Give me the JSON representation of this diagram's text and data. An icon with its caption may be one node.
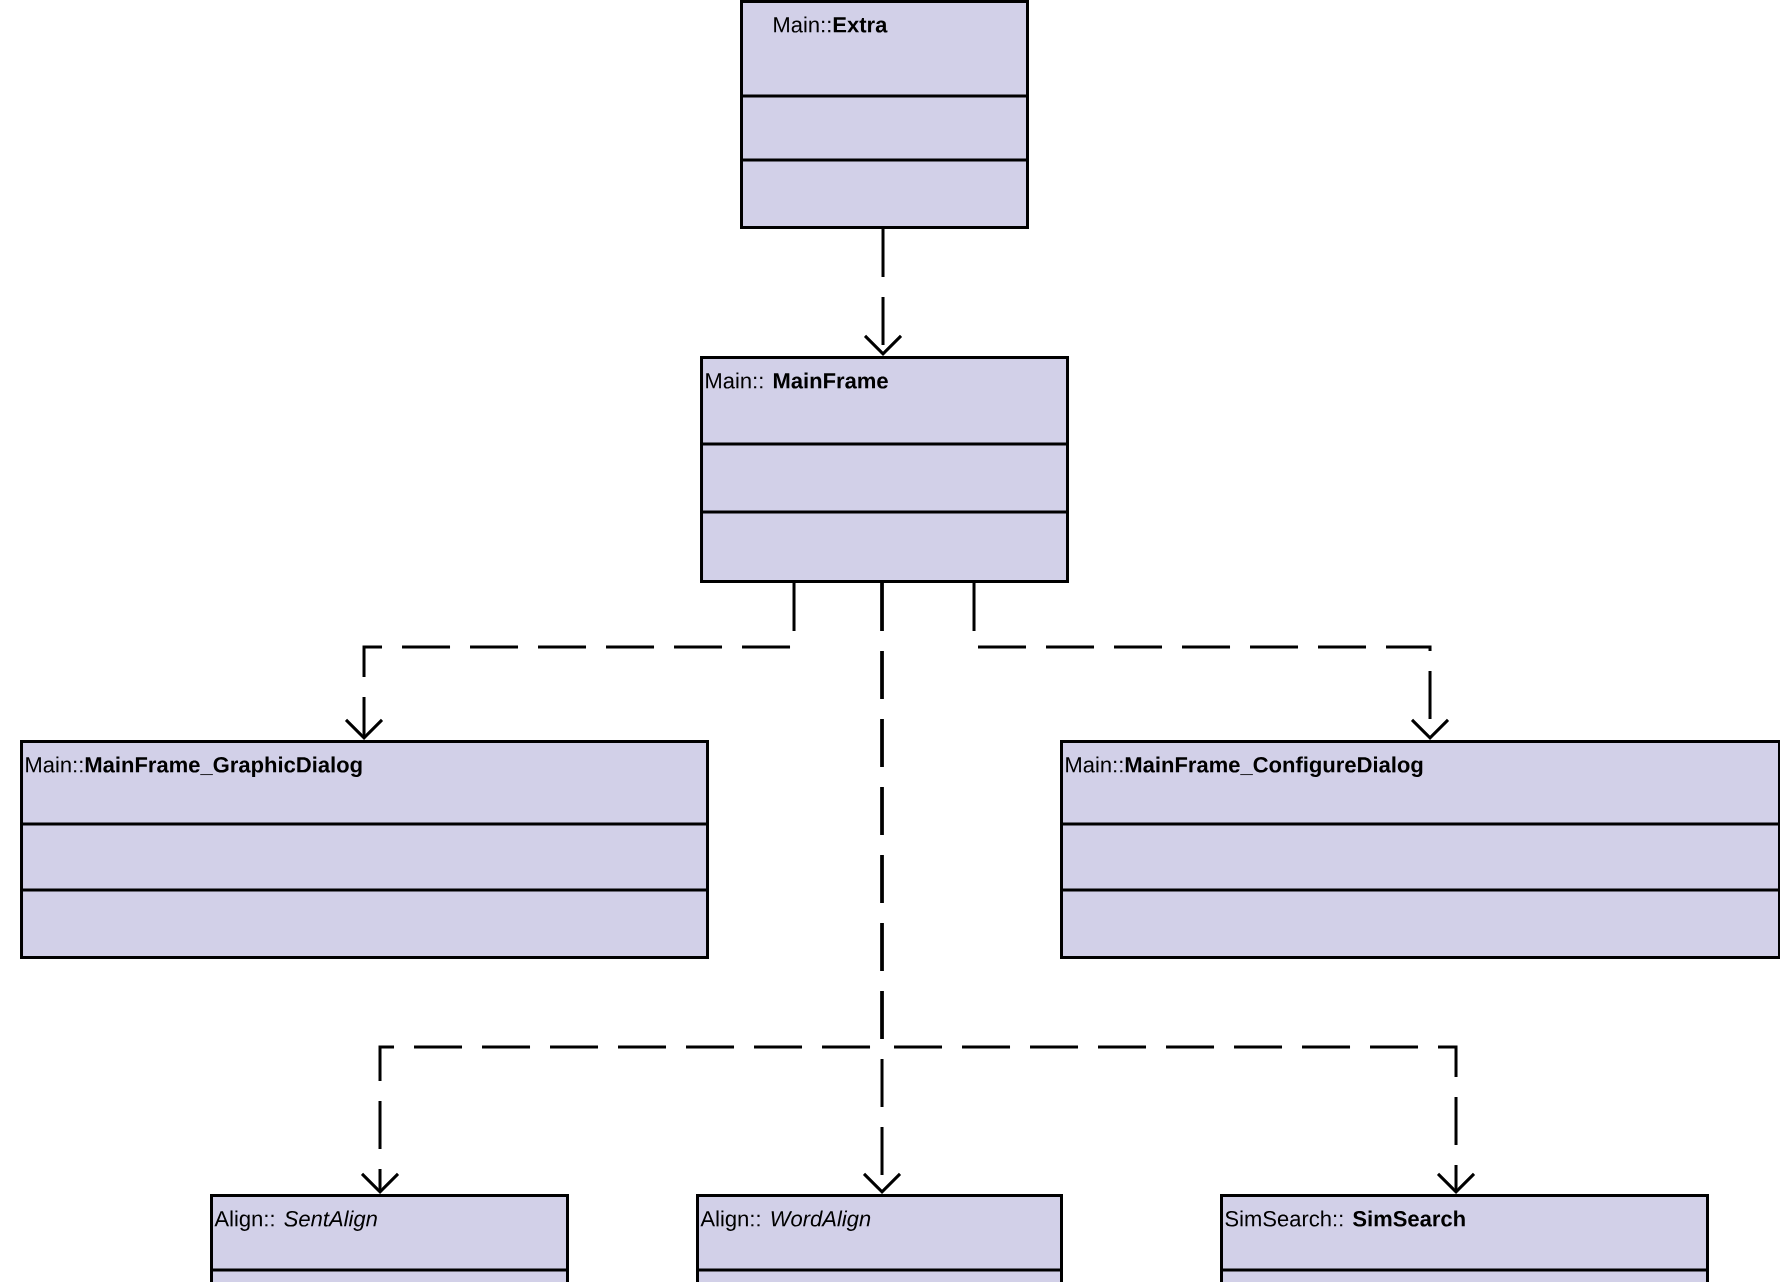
{
  "diagram": {
    "nodes": [
      {
        "text": [
          "Main::**Extra**"
        ]
      },
      {
        "text": [
          "Main:: **MainFrame**"
        ]
      },
      {
        "text": [
          "Main::**MainFrame_GraphicDialog**"
        ]
      },
      {
        "text": [
          "Main::**MainFrame_ConfigureDialog**"
        ]
      },
      {
        "text": [
          "Align:: *SentAlign*"
        ]
      },
      {
        "text": [
          "Align:: *WordAlign*"
        ]
      },
      {
        "text": [
          "SimSearch:: **SimSearch**"
        ]
      }
    ],
    "edges": [
      {
        "from": 0,
        "to": 1,
        "arrow": "to",
        "style": "dashed"
      },
      {
        "from": 1,
        "to": 2,
        "arrow": "to",
        "style": "dashed"
      },
      {
        "from": 1,
        "to": 3,
        "arrow": "to",
        "style": "dashed"
      },
      {
        "from": 1,
        "to": 4,
        "arrow": "to",
        "style": "dashed"
      },
      {
        "from": 1,
        "to": 5,
        "arrow": "to",
        "style": "dashed"
      },
      {
        "from": 1,
        "to": 6,
        "arrow": "to",
        "style": "dashed"
      }
    ]
  }
}
